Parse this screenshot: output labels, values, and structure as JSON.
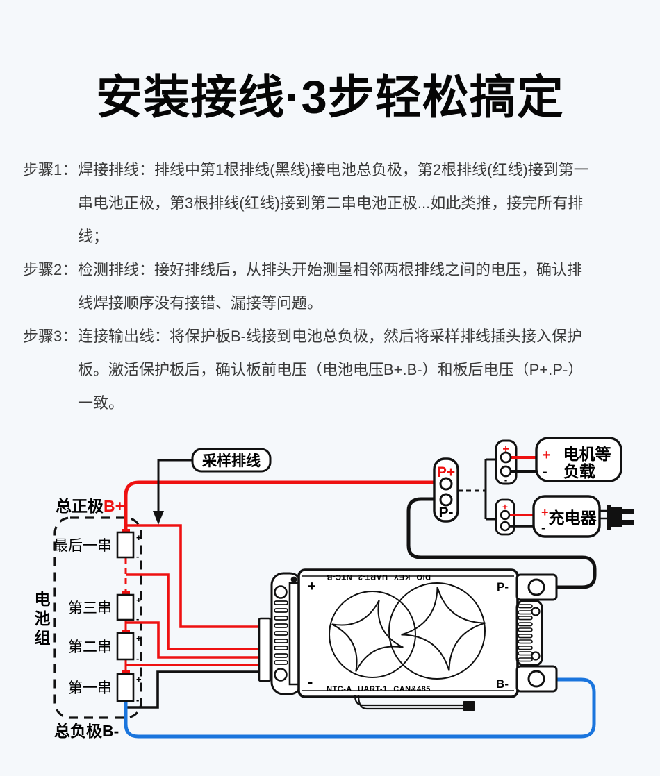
{
  "title": "安装接线·3步轻松搞定",
  "steps": [
    {
      "label": "步骤1：",
      "lines": [
        "焊接排线：排线中第1根排线(黑线)接电池总负极，第2根排线(红线)接到第一",
        "串电池正极，第3根排线(红线)接到第二串电池正极...如此类推，接完所有排",
        "线；"
      ]
    },
    {
      "label": "步骤2：",
      "lines": [
        "检测排线：接好排线后，从排头开始测量相邻两根排线之间的电压，确认排",
        "线焊接顺序没有接错、漏接等问题。"
      ]
    },
    {
      "label": "步骤3：",
      "lines": [
        "连接输出线：将保护板B-线接到电池总负极，然后将采样排线插头接入保护",
        "板。激活保护板后，确认板前电压（电池电压B+.B-）和板后电压（P+.P-）",
        "一致。"
      ]
    }
  ],
  "diagram": {
    "harness_label": "采样排线",
    "battery": {
      "positive_label": "总正极",
      "positive_terminal": "B+",
      "negative_label": "总负极",
      "negative_terminal": "B-",
      "pack_label": "电池组",
      "cell_plus": "+",
      "cell_minus": "-",
      "cells": [
        {
          "label": "最后一串"
        },
        {
          "label": "第三串"
        },
        {
          "label": "第二串"
        },
        {
          "label": "第一串"
        }
      ]
    },
    "output_connector": {
      "positive": "P+",
      "negative": "P-"
    },
    "load": {
      "plus": "+",
      "minus": "-",
      "label_line1": "电机等",
      "label_line2": "负载"
    },
    "charger": {
      "plus": "+",
      "minus": "-",
      "label": "充电器"
    },
    "board": {
      "plus": "+",
      "minus": "-",
      "p_minus": "P-",
      "b_minus": "B-",
      "top_text": "DIO KEY UART-2 NTC-B",
      "bottom_text": "NTC-A UART-1 CAN&485"
    },
    "colors": {
      "wire_red": "#ee1111",
      "wire_blue": "#1a75dd",
      "wire_black": "#111111"
    }
  }
}
